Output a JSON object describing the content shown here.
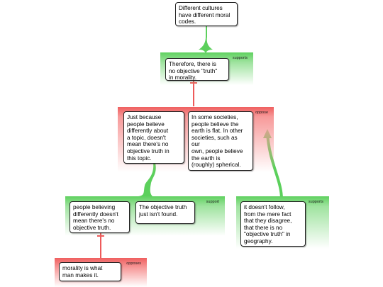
{
  "claim": {
    "text": "Different cultures\nhave different moral\ncodes."
  },
  "support_1": {
    "tag": "supports",
    "text": "Therefore, there is\nno objective \"truth\"\nin morality."
  },
  "oppose_1": {
    "tag": "oppose",
    "card_a": "Just because\npeople believe\ndifferently about\na topic, doesn't\nmean there's no\nobjective truth in\nthis topic.",
    "card_b": "In some societies,\npeople believe the\nearth is flat. In other\nsocieties, such as\nour\nown, people believe\nthe earth is\n(roughly) spherical."
  },
  "support_2": {
    "tag": "support",
    "card_a": "people believing\ndifferently doesn't\nmean there's no\nobjective truth.",
    "card_b": "The objective truth\njust isn't found."
  },
  "support_3": {
    "tag": "supports",
    "text": "it doesn't follow,\nfrom the mere fact\nthat they disagree,\nthat there is no\n\"objective truth\" in\ngeography."
  },
  "oppose_2": {
    "tag": "opposes",
    "text": "morality is what\nman makes it."
  },
  "colors": {
    "support": "#5cd05c",
    "oppose": "#ee5a5a"
  }
}
